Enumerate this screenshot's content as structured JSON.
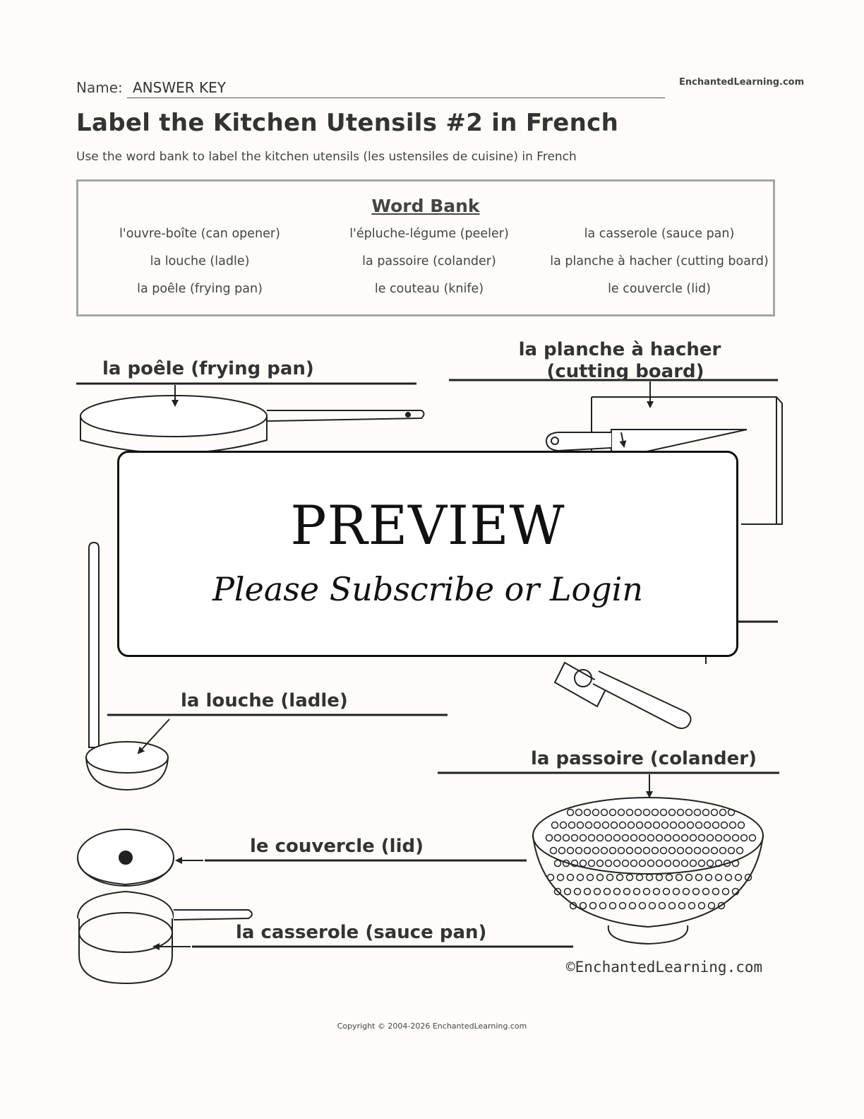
{
  "header": {
    "name_label": "Name:",
    "name_value": "ANSWER KEY",
    "site": "EnchantedLearning.com"
  },
  "title": "Label the Kitchen Utensils #2 in French",
  "subtitle": "Use the word bank to label the kitchen utensils (les ustensiles de cuisine) in French",
  "word_bank": {
    "title": "Word Bank",
    "items": [
      "l'ouvre-boîte (can opener)",
      "l'épluche-légume (peeler)",
      "la casserole (sauce pan)",
      "la louche (ladle)",
      "la passoire (colander)",
      "la planche à hacher (cutting board)",
      "la poêle (frying pan)",
      "le couteau (knife)",
      "le couvercle (lid)"
    ]
  },
  "labels": {
    "frying_pan": "la poêle (frying pan)",
    "cutting_board_line1": "la planche à hacher",
    "cutting_board_line2": "(cutting board)",
    "ladle": "la louche (ladle)",
    "colander": "la passoire (colander)",
    "lid": "le couvercle (lid)",
    "sauce_pan": "la casserole (sauce pan)"
  },
  "image_credit": "©EnchantedLearning.com",
  "preview": {
    "title": "PREVIEW",
    "subtitle": "Please Subscribe or Login"
  },
  "footer": {
    "copyright": "Copyright © 2004-2026 EnchantedLearning.com"
  }
}
